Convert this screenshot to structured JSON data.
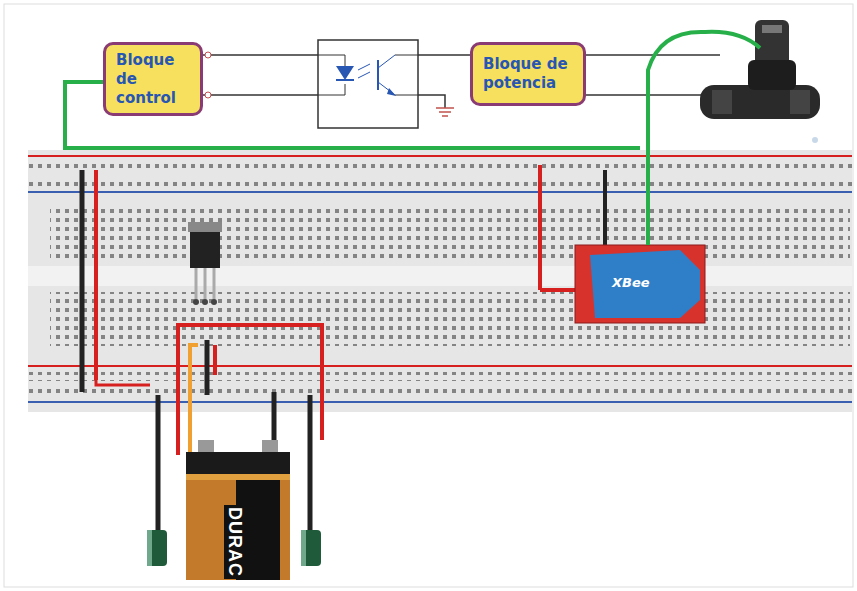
{
  "diagram": {
    "nodes": [
      {
        "text": [
          "Bloque de control"
        ]
      },
      {
        "text": [
          "Bloque de potencia"
        ]
      }
    ],
    "labels": [
      "XBee",
      "DURAC"
    ]
  }
}
